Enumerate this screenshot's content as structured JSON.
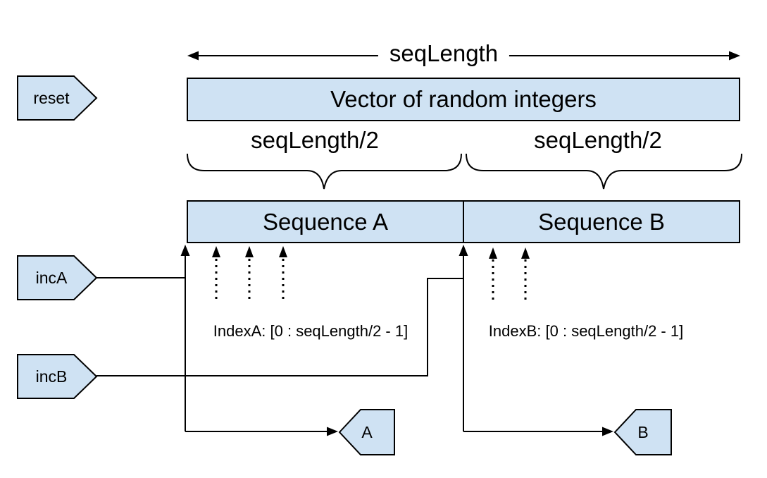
{
  "colors": {
    "shape_fill": "#cfe2f3",
    "line": "#000000",
    "background": "#ffffff",
    "text": "#000000"
  },
  "header": {
    "length_label": "seqLength"
  },
  "vector": {
    "label": "Vector of random integers"
  },
  "halves": {
    "left": "seqLength/2",
    "right": "seqLength/2"
  },
  "sequences": {
    "a": "Sequence A",
    "b": "Sequence B"
  },
  "indices": {
    "a": "IndexA: [0 : seqLength/2 - 1]",
    "b": "IndexB: [0 : seqLength/2 - 1]"
  },
  "inputs": {
    "reset": "reset",
    "incA": "incA",
    "incB": "incB"
  },
  "outputs": {
    "a": "A",
    "b": "B"
  }
}
